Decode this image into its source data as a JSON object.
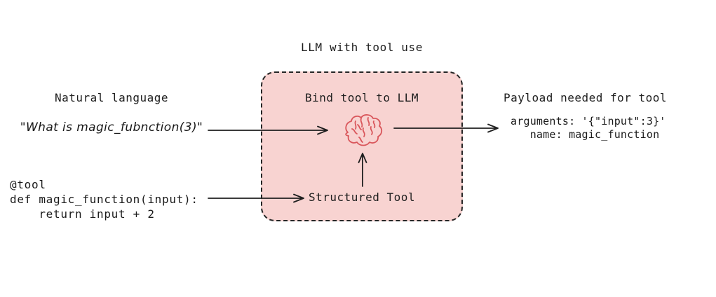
{
  "diagram": {
    "title": "LLM with tool use",
    "left_column": {
      "heading": "Natural language",
      "quote": "\"What is magic_fubnction(3)\"",
      "code": "@tool\ndef magic_function(input):\n    return input + 2"
    },
    "tool_box": {
      "heading": "Bind tool to LLM",
      "brain_icon": "brain-icon",
      "tool_label": "Structured Tool"
    },
    "right_column": {
      "heading": "Payload needed for tool",
      "payload": "arguments: '{\"input\":3}'\n   name: magic_function"
    },
    "arrows": [
      "natural-language-to-llm",
      "llm-to-payload",
      "code-to-structured-tool",
      "structured-tool-to-llm"
    ],
    "colors": {
      "background": "#ffffff",
      "box_fill": "#f8d3d1",
      "box_border": "#262626",
      "brain_stroke": "#d9565b",
      "text": "#1d1d1d",
      "arrow": "#1f1f1f"
    }
  }
}
